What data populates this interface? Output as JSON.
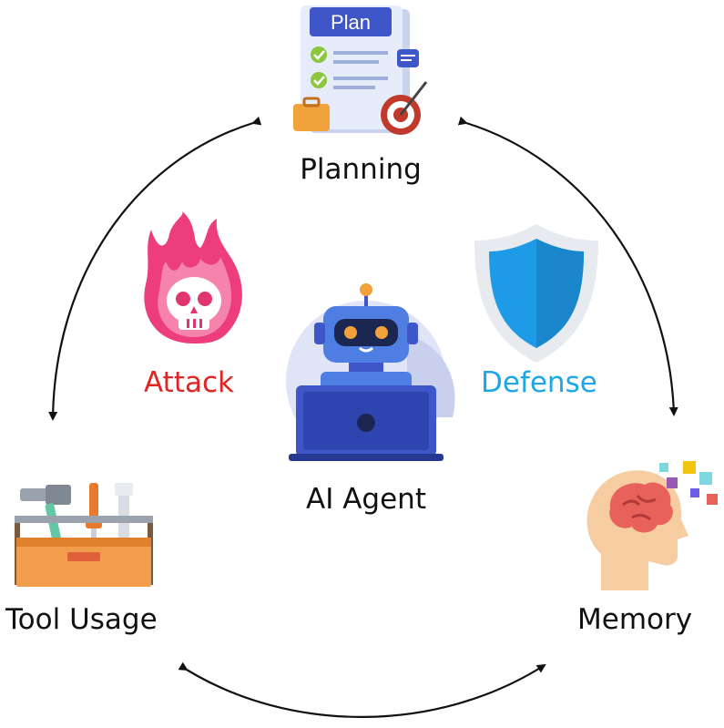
{
  "nodes": {
    "planning": {
      "label": "Planning",
      "badge": "Plan"
    },
    "memory": {
      "label": "Memory"
    },
    "tool": {
      "label": "Tool Usage"
    },
    "agent": {
      "label": "AI Agent"
    },
    "attack": {
      "label": "Attack"
    },
    "defense": {
      "label": "Defense"
    }
  },
  "colors": {
    "attack": "#e02424",
    "defense": "#1ea7e8",
    "arrow": "#111111"
  },
  "icons": {
    "planning": "plan-clipboard-icon",
    "memory": "brain-head-icon",
    "tool": "toolbox-icon",
    "agent": "robot-laptop-icon",
    "attack": "flaming-skull-icon",
    "defense": "shield-icon"
  }
}
